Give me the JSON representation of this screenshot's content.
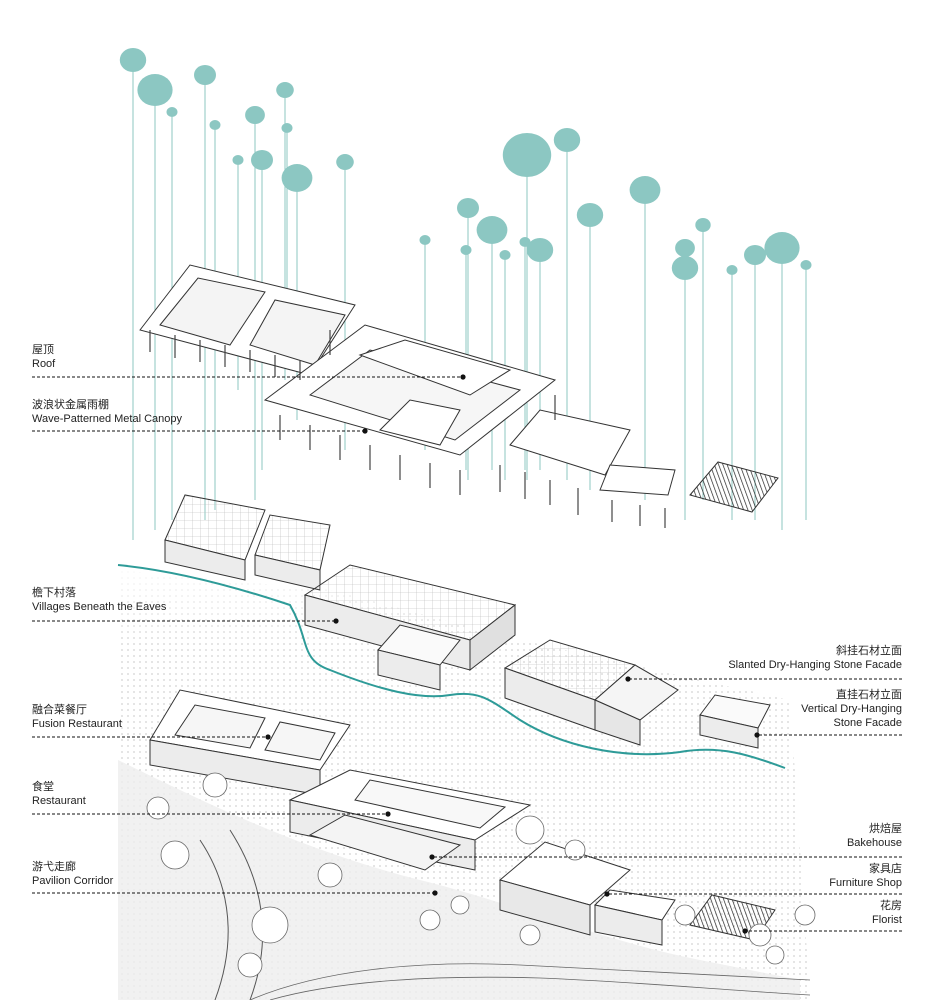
{
  "labels_left": [
    {
      "id": "roof",
      "zh": "屋顶",
      "en": "Roof"
    },
    {
      "id": "canopy",
      "zh": "波浪状金属雨棚",
      "en": "Wave-Patterned Metal Canopy"
    },
    {
      "id": "villages",
      "zh": "檐下村落",
      "en": "Villages Beneath the Eaves"
    },
    {
      "id": "fusion",
      "zh": "融合菜餐厅",
      "en": "Fusion Restaurant"
    },
    {
      "id": "restaurant",
      "zh": "食堂",
      "en": "Restaurant"
    },
    {
      "id": "corridor",
      "zh": "游弋走廊",
      "en": "Pavilion Corridor"
    }
  ],
  "labels_right": [
    {
      "id": "slanted",
      "zh": "斜挂石材立面",
      "en": "Slanted Dry-Hanging Stone Facade"
    },
    {
      "id": "vertical",
      "zh": "直挂石材立面",
      "en": "Vertical Dry-Hanging",
      "en2": "Stone Facade"
    },
    {
      "id": "bakehouse",
      "zh": "烘焙屋",
      "en": "Bakehouse"
    },
    {
      "id": "furniture",
      "zh": "家具店",
      "en": "Furniture Shop"
    },
    {
      "id": "florist",
      "zh": "花房",
      "en": "Florist"
    }
  ],
  "colors": {
    "tree": "#8cc7c2",
    "river": "#2e9b98",
    "line": "#333333",
    "leader": "#111111"
  }
}
